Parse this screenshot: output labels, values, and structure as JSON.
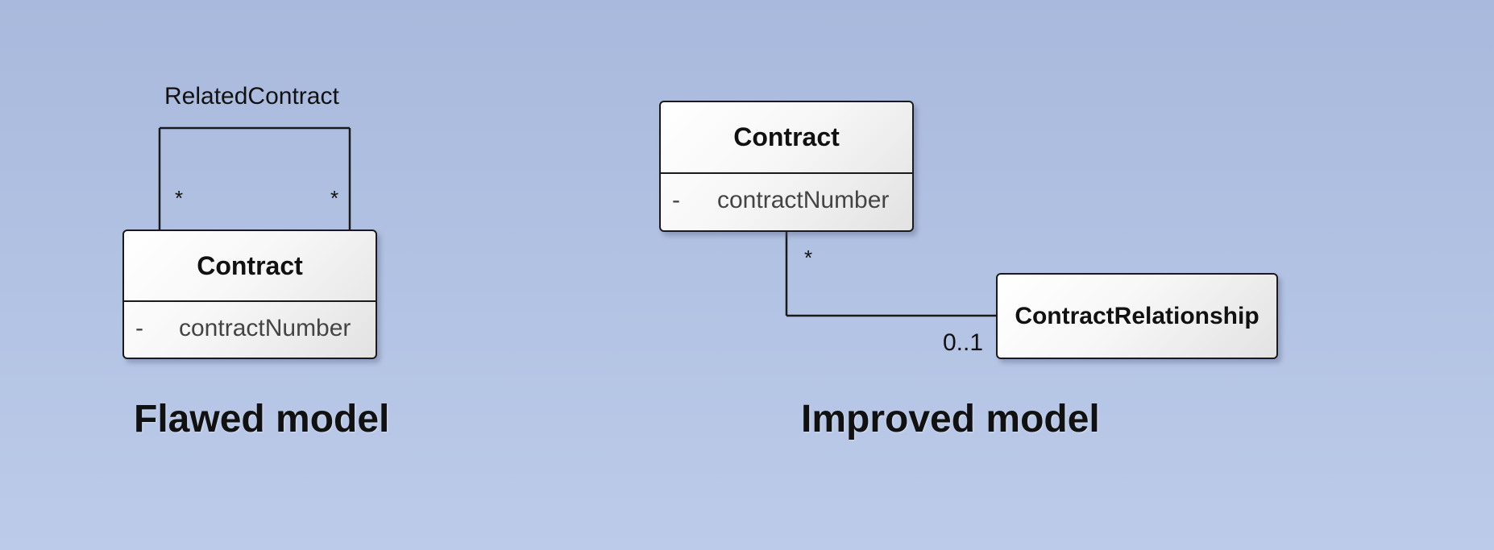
{
  "flawed": {
    "association_label": "RelatedContract",
    "mult_left": "*",
    "mult_right": "*",
    "class_name": "Contract",
    "attr_visibility": "-",
    "attr_name": "contractNumber",
    "caption": "Flawed model"
  },
  "improved": {
    "contract_name": "Contract",
    "attr_visibility": "-",
    "attr_name": "contractNumber",
    "mult_contract": "*",
    "relationship_name": "ContractRelationship",
    "mult_relationship": "0..1",
    "caption": "Improved model"
  }
}
